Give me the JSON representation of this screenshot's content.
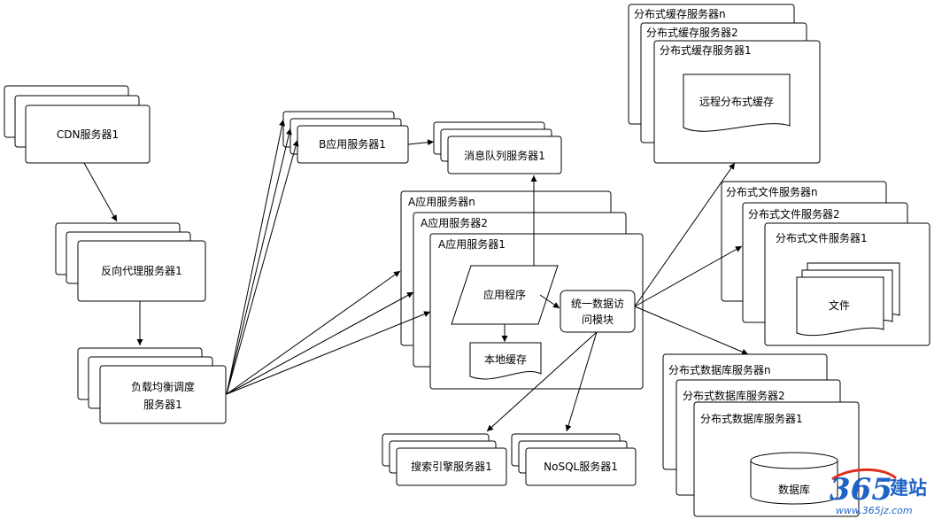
{
  "nodes": {
    "cdn": "CDN服务器1",
    "reverse_proxy": "反向代理服务器1",
    "load_balancer": [
      "负载均衡调度",
      "服务器1"
    ],
    "b_app": "B应用服务器1",
    "mq": "消息队列服务器1",
    "a_app_n": "A应用服务器n",
    "a_app_2": "A应用服务器2",
    "a_app_1": "A应用服务器1",
    "app_program": "应用程序",
    "data_access": [
      "统一数据访",
      "问模块"
    ],
    "local_cache": "本地缓存",
    "search": "搜索引擎服务器1",
    "nosql": "NoSQL服务器1",
    "cache_n": "分布式缓存服务器n",
    "cache_2": "分布式缓存服务器2",
    "cache_1": "分布式缓存服务器1",
    "remote_cache": "远程分布式缓存",
    "file_n": "分布式文件服务器n",
    "file_2": "分布式文件服务器2",
    "file_1": "分布式文件服务器1",
    "file": "文件",
    "db_n": "分布式数据库服务器n",
    "db_2": "分布式数据库服务器2",
    "db_1": "分布式数据库服务器1",
    "database": "数据库"
  },
  "watermark": {
    "number": "365",
    "brand": "建站",
    "url": "www.365jz.com"
  }
}
